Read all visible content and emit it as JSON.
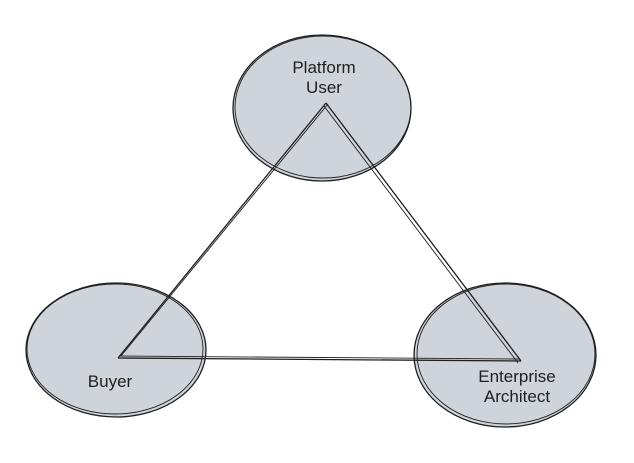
{
  "diagram": {
    "nodes": [
      {
        "id": "platform-user",
        "label_lines": [
          "Platform",
          "User"
        ]
      },
      {
        "id": "buyer",
        "label_lines": [
          "Buyer"
        ]
      },
      {
        "id": "enterprise-architect",
        "label_lines": [
          "Enterprise",
          "Architect"
        ]
      }
    ],
    "edges": [
      {
        "from": "platform-user",
        "to": "buyer"
      },
      {
        "from": "buyer",
        "to": "enterprise-architect"
      },
      {
        "from": "enterprise-architect",
        "to": "platform-user"
      }
    ],
    "colors": {
      "node_fill": "#cfd3da",
      "stroke": "#1f1f1f",
      "text": "#1f1f1f",
      "background": "#ffffff"
    }
  }
}
